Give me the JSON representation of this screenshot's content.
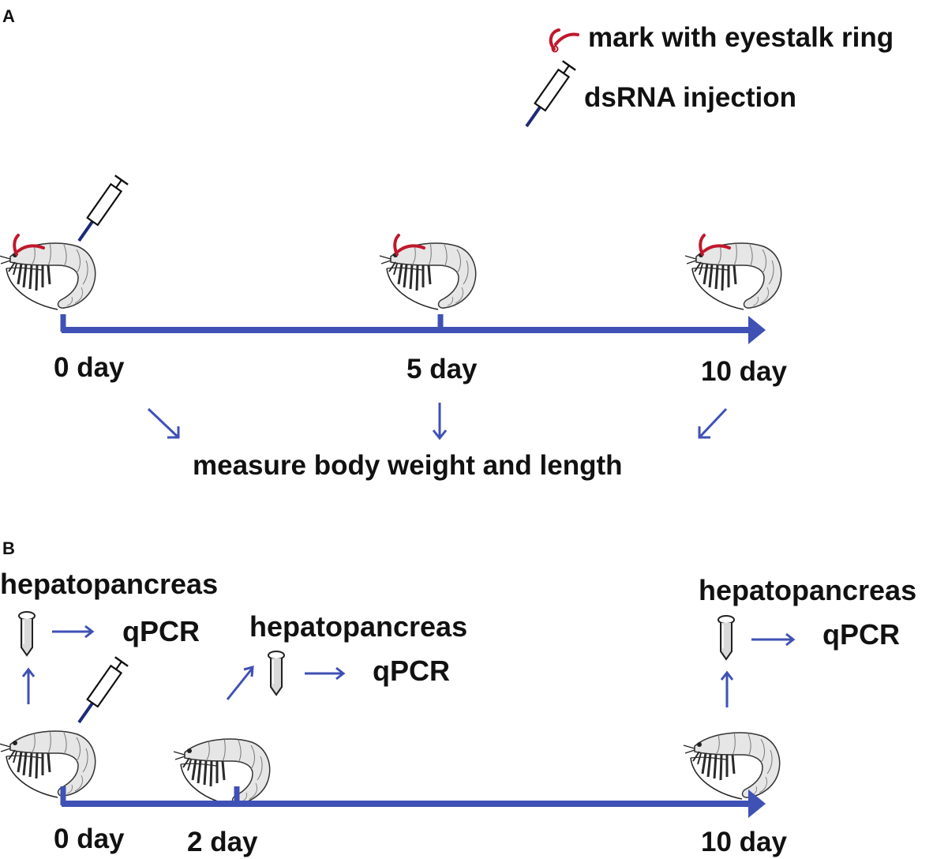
{
  "colors": {
    "timeline": "#3f51b5",
    "ring": "#c0182c",
    "needle": "#1e2a78",
    "text": "#111111"
  },
  "legend": {
    "ring_label": "mark with eyestalk ring",
    "ring_icon": "eyestalk-ring-icon",
    "injection_label": "dsRNA injection",
    "injection_icon": "syringe-icon"
  },
  "panel_a": {
    "letter": "A",
    "days": [
      "0 day",
      "5 day",
      "10 day"
    ],
    "measure_label": "measure body weight and length"
  },
  "panel_b": {
    "letter": "B",
    "days": [
      "0 day",
      "2 day",
      "10 day"
    ],
    "tissue_0": "hepatopancreas",
    "assay_0": "qPCR",
    "tissue_2": "hepatopancreas",
    "assay_2": "qPCR",
    "tissue_10": "hepatopancreas",
    "assay_10": "qPCR"
  }
}
